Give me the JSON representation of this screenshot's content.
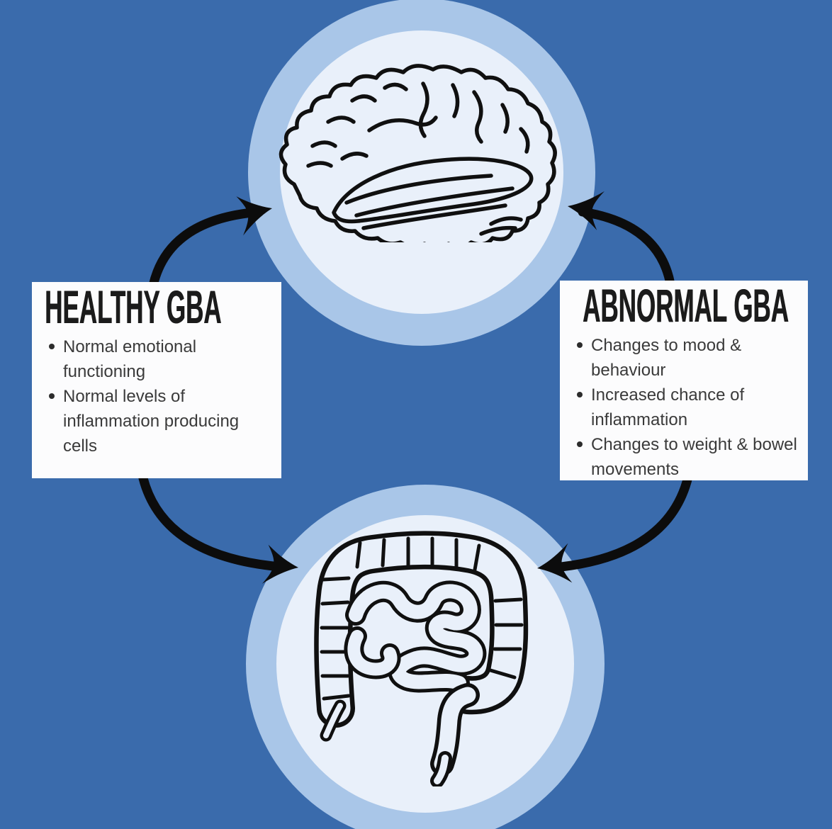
{
  "left_box": {
    "title": "HEALTHY GBA",
    "bullets": [
      "Normal emotional functioning",
      "Normal levels of inflammation producing cells"
    ]
  },
  "right_box": {
    "title": "ABNORMAL GBA",
    "bullets": [
      "Changes to mood & behaviour",
      "Increased chance of inflammation",
      "Changes to weight & bowel movements"
    ]
  },
  "figures": {
    "top": "brain-line-art",
    "bottom": "intestines-line-art"
  },
  "colors": {
    "background": "#3a6bac",
    "ring": "#a9c6e8",
    "circle_fill": "#e9f0fa",
    "box_background": "#fcfcfd",
    "heading_text": "#1b1b1b",
    "body_text": "#3a3a3a",
    "line_art": "#101010"
  }
}
